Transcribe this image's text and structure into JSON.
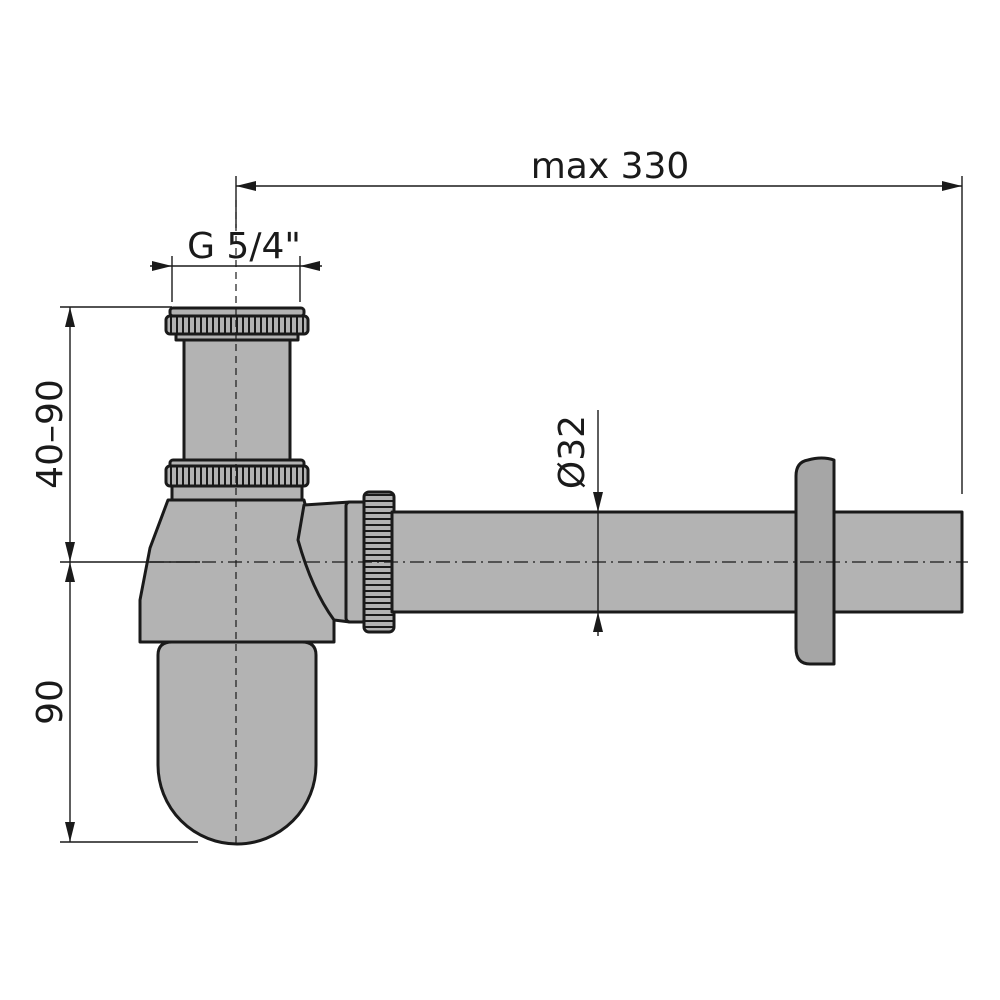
{
  "dimensions": {
    "max_length": "max 330",
    "thread": "G 5/4\"",
    "upper_height": "40–90",
    "lower_height": "90",
    "pipe_diameter": "Ø32"
  },
  "colors": {
    "body_fill": "#b3b3b3",
    "body_fill_dark": "#a6a6a6",
    "line": "#1a1a1a",
    "background": "#ffffff"
  }
}
